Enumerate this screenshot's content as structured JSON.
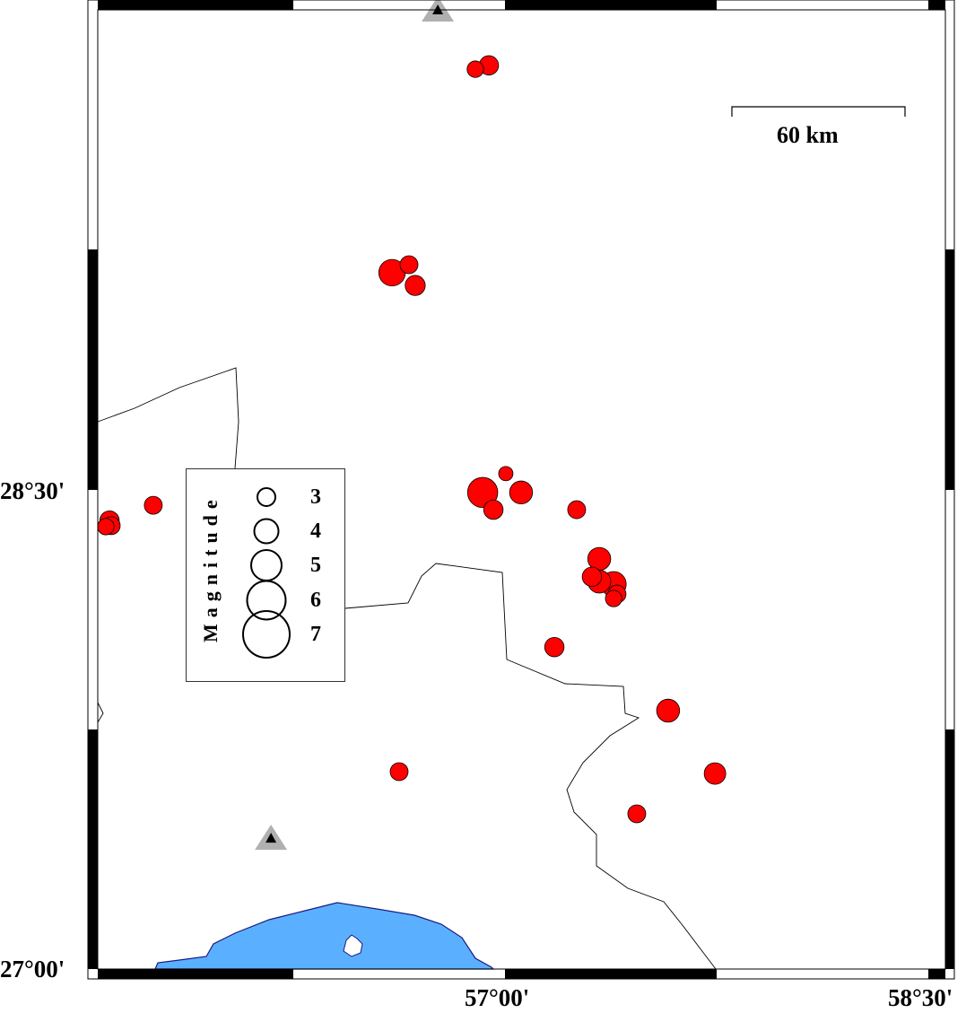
{
  "map": {
    "lon_range": [
      55.557,
      58.6
    ],
    "lat_range": [
      27.0,
      30.03
    ],
    "axes": {
      "lat_labels": [
        "28°30'",
        "27°00'"
      ],
      "lon_labels": [
        "57°00'",
        "58°30'"
      ]
    },
    "scale_bar": {
      "label": "60 km",
      "km": 60
    },
    "legend": {
      "title": "Magnitude",
      "magnitudes": [
        "3",
        "4",
        "5",
        "6",
        "7"
      ]
    },
    "colors": {
      "event_fill": "#ff0000",
      "sea": "#5ab0ff",
      "coast": "#1a1a80",
      "station": "#b0b0b0"
    },
    "stations": [
      {
        "lon": 56.762,
        "lat": 30.0
      },
      {
        "lon": 56.171,
        "lat": 27.407
      }
    ],
    "events": [
      {
        "lon": 56.895,
        "lat": 29.817,
        "mag": 2.8
      },
      {
        "lon": 56.943,
        "lat": 29.829,
        "mag": 3.2
      },
      {
        "lon": 56.6,
        "lat": 29.18,
        "mag": 4.2
      },
      {
        "lon": 56.66,
        "lat": 29.205,
        "mag": 3.0
      },
      {
        "lon": 56.682,
        "lat": 29.14,
        "mag": 3.3
      },
      {
        "lon": 57.003,
        "lat": 28.551,
        "mag": 2.5
      },
      {
        "lon": 56.921,
        "lat": 28.492,
        "mag": 4.7
      },
      {
        "lon": 56.959,
        "lat": 28.438,
        "mag": 3.2
      },
      {
        "lon": 57.057,
        "lat": 28.492,
        "mag": 3.7
      },
      {
        "lon": 57.254,
        "lat": 28.438,
        "mag": 3.0
      },
      {
        "lon": 55.754,
        "lat": 28.452,
        "mag": 3.0
      },
      {
        "lon": 55.599,
        "lat": 28.404,
        "mag": 3.2
      },
      {
        "lon": 55.586,
        "lat": 28.385,
        "mag": 2.8
      },
      {
        "lon": 55.605,
        "lat": 28.388,
        "mag": 3.0
      },
      {
        "lon": 57.308,
        "lat": 28.228,
        "mag": 3.2
      },
      {
        "lon": 57.334,
        "lat": 28.213,
        "mag": 3.7
      },
      {
        "lon": 57.385,
        "lat": 28.205,
        "mag": 4.0
      },
      {
        "lon": 57.397,
        "lat": 28.174,
        "mag": 3.0
      },
      {
        "lon": 57.385,
        "lat": 28.16,
        "mag": 2.8
      },
      {
        "lon": 57.334,
        "lat": 28.284,
        "mag": 3.7
      },
      {
        "lon": 57.175,
        "lat": 28.008,
        "mag": 3.2
      },
      {
        "lon": 57.578,
        "lat": 27.809,
        "mag": 3.7
      },
      {
        "lon": 57.744,
        "lat": 27.612,
        "mag": 3.5
      },
      {
        "lon": 56.625,
        "lat": 27.618,
        "mag": 3.0
      },
      {
        "lon": 57.467,
        "lat": 27.486,
        "mag": 3.0
      }
    ]
  }
}
